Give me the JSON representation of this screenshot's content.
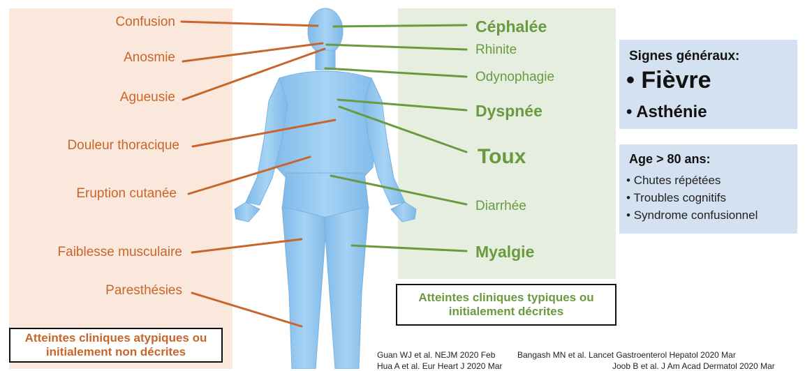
{
  "left_symptoms": [
    {
      "label": "Confusion"
    },
    {
      "label": "Anosmie"
    },
    {
      "label": "Agueusie"
    },
    {
      "label": "Douleur thoracique"
    },
    {
      "label": "Eruption cutanée"
    },
    {
      "label": "Faiblesse musculaire"
    },
    {
      "label": "Paresthésies"
    }
  ],
  "right_symptoms": [
    {
      "label": "Céphalée",
      "style": "bold"
    },
    {
      "label": "Rhinite",
      "style": "normal"
    },
    {
      "label": "Odynophagie",
      "style": "normal"
    },
    {
      "label": "Dyspnée",
      "style": "bold"
    },
    {
      "label": "Toux",
      "style": "extra-bold"
    },
    {
      "label": "Diarrhée",
      "style": "normal"
    },
    {
      "label": "Myalgie",
      "style": "bold"
    }
  ],
  "legend_left": "Atteintes cliniques atypiques ou initialement non décrites",
  "legend_right": "Atteintes cliniques typiques ou initialement décrites",
  "general_signs": {
    "title": "Signes généraux:",
    "items": [
      "Fièvre",
      "Asthénie"
    ]
  },
  "elderly": {
    "title": "Age > 80 ans:",
    "items": [
      "Chutes répétées",
      "Troubles cognitifs",
      "Syndrome confusionnel"
    ]
  },
  "references": [
    "Guan WJ et al. NEJM 2020 Feb",
    "Hua A et al. Eur Heart J 2020 Mar",
    "Bangash MN et al. Lancet Gastroenterol Hepatol 2020 Mar",
    "Joob B et al. J Am Acad Dermatol 2020 Mar"
  ],
  "colors": {
    "atypical": "#c8652a",
    "typical": "#6a9a40",
    "body": "#8ec5ef",
    "general_box": "#d3e1f0"
  }
}
